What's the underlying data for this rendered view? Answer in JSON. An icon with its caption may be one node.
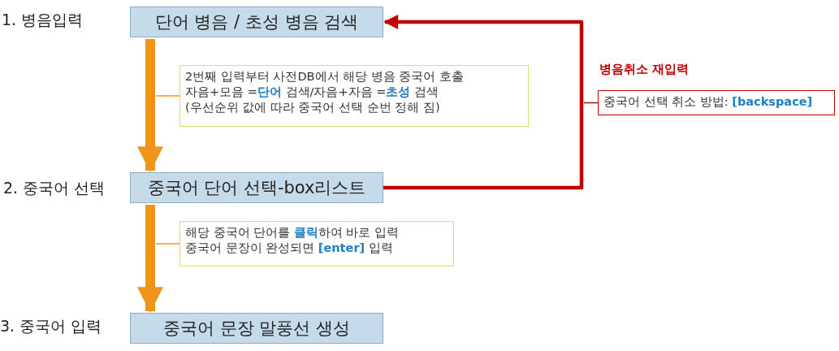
{
  "diagram": {
    "nodes": [
      {
        "text": [
          "단어 병음 / 초성 병음 검색"
        ],
        "beside": [
          "1. 병음입력"
        ]
      },
      {
        "text": [
          "중국어 단어 선택-box리스트"
        ],
        "beside": [
          "2. 중국어 선택"
        ]
      },
      {
        "text": [
          "중국어 문장 말풍선 생성"
        ],
        "beside": [
          "3. 중국어 입력"
        ]
      },
      {
        "text": [
          "2번째 입력부터 사전DB에서 해당 병음 중국어 호출",
          "자음+모음 =**단어** 검색/자음+자음 =**초성** 검색",
          "(우선순위 값에 따라 중국어 선택 순번 정해 짐)"
        ]
      },
      {
        "text": [
          "해당 중국어 단어를 **클릭**하여 바로 입력",
          "중국어 문장이 완성되면 **[enter]** 입력"
        ]
      },
      {
        "text": [
          "중국어 선택 취소 방법: **[backspace]**"
        ]
      }
    ],
    "edges": [
      {
        "from": 0,
        "to": 1,
        "arrow": "to",
        "style": "thick",
        "color": "#f0941c"
      },
      {
        "from": 1,
        "to": 2,
        "arrow": "to",
        "style": "thick",
        "color": "#f0941c"
      },
      {
        "from": 1,
        "to": 0,
        "arrow": "to",
        "style": "thick",
        "color": "#c00000",
        "label": "병음취소 재입력"
      },
      {
        "from": 3,
        "to": null,
        "arrow": "none",
        "color": "#f0941c"
      },
      {
        "from": 4,
        "to": null,
        "arrow": "none",
        "color": "#f0941c"
      },
      {
        "from": 5,
        "to": null,
        "arrow": "none",
        "color": "#c00000"
      }
    ]
  }
}
